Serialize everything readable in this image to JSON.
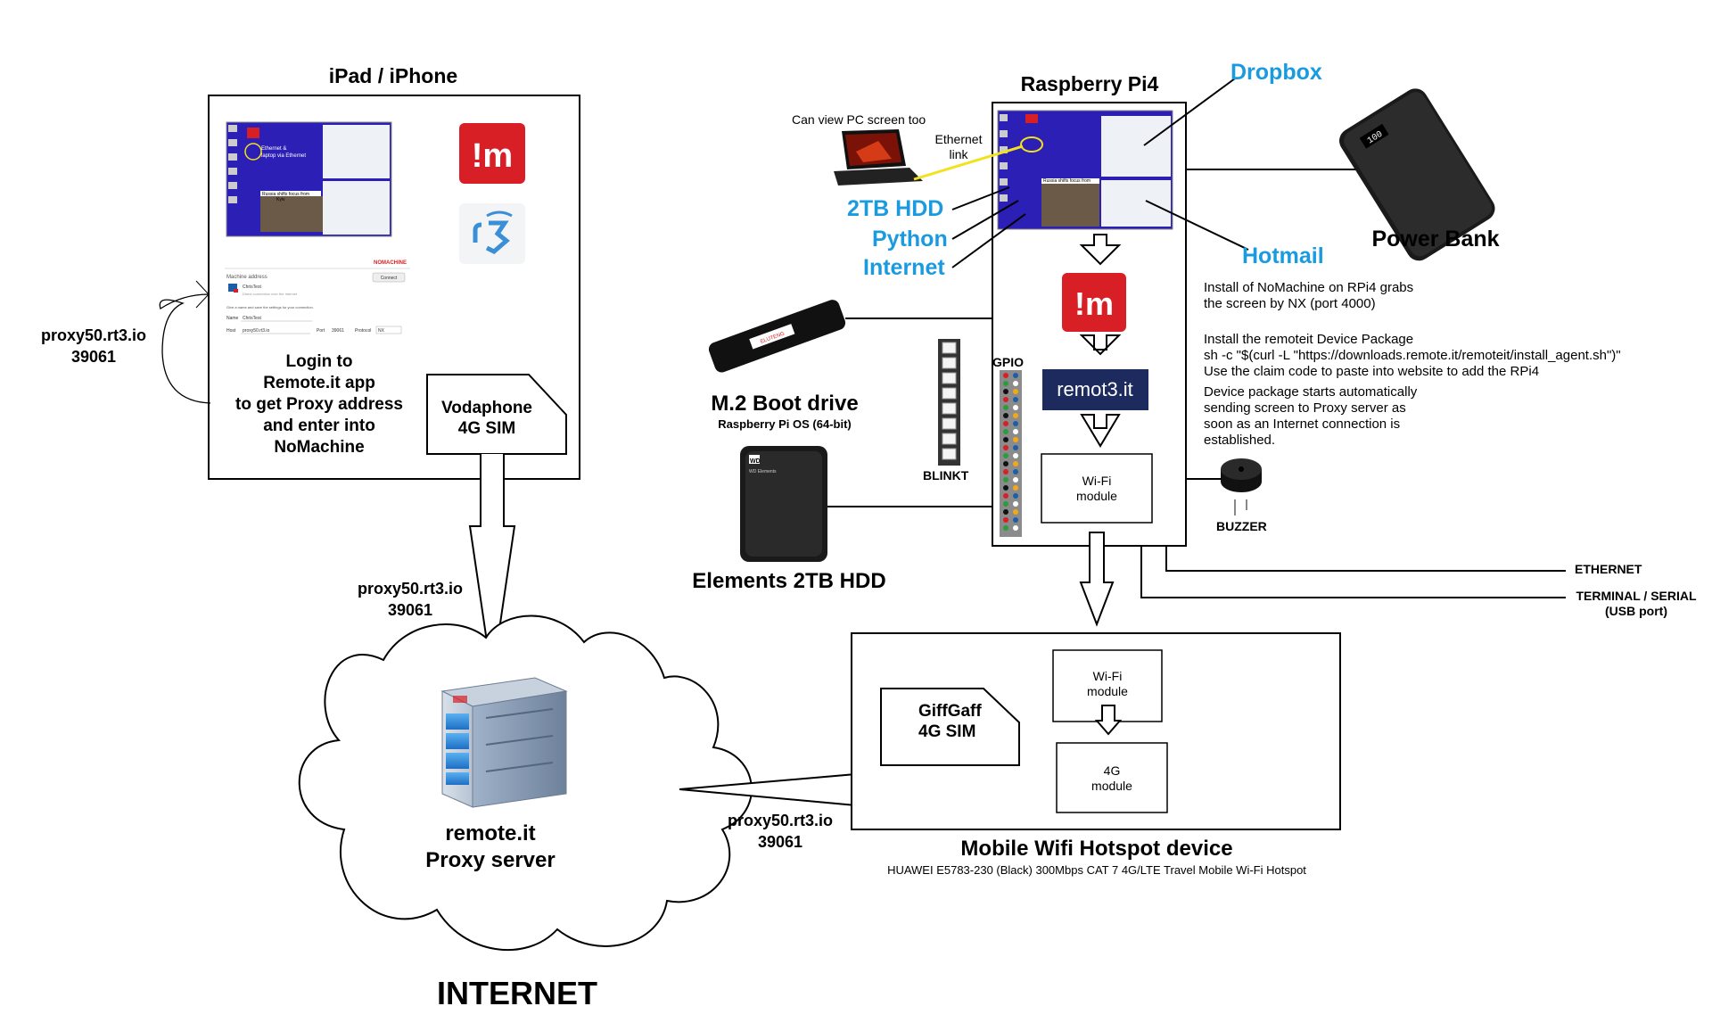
{
  "ipad": {
    "title": "iPad / iPhone",
    "login_lines": [
      "Login to",
      "Remote.it app",
      "to get Proxy address",
      "and enter into",
      "NoMachine"
    ],
    "sim_lines": [
      "Vodaphone",
      "4G SIM"
    ],
    "proxy_host": "proxy50.rt3.io",
    "proxy_port": "39061",
    "screen": {
      "brand": "NOMACHINE",
      "machine_address": "Machine address",
      "connect": "Connect",
      "entry_name": "ChrisTest",
      "entry_desc": "Direct connection over the Internet",
      "save_hint": "Give a name and save the settings for your connection.",
      "name_label": "Name",
      "name_value": "ChrisTest",
      "host_label": "Host",
      "host_value": "proxy50.rt3.io",
      "port_label": "Port",
      "port_value": "39061",
      "protocol_label": "Protocol",
      "protocol_value": "NX"
    }
  },
  "rpi": {
    "title": "Raspberry Pi4",
    "dropbox": "Dropbox",
    "hotmail": "Hotmail",
    "hdd_label": "2TB HDD",
    "python": "Python",
    "internet_label": "Internet",
    "laptop_note": "Can view PC screen too",
    "ethernet_link": [
      "Ethernet",
      "link"
    ],
    "gpio": "GPIO",
    "blinkt": "BLINKT",
    "buzzer": "BUZZER",
    "wifi_module": [
      "Wi-Fi",
      "module"
    ],
    "remoteit_logo": "remot3.it",
    "power_bank": "Power Bank",
    "power_bank_display": "100",
    "m2_title": "M.2 Boot drive",
    "m2_sub": "Raspberry Pi OS (64-bit)",
    "m2_brand": "ELUTENG",
    "hdd_title": "Elements 2TB HDD",
    "hdd_brand": "WD Elements",
    "ethernet_port": "ETHERNET",
    "terminal_port": [
      "TERMINAL / SERIAL",
      "(USB port)"
    ],
    "notes": [
      [
        "Install of NoMachine on RPi4 grabs",
        "the screen by NX (port 4000)"
      ],
      [
        "Install the remoteit Device Package",
        "sh -c \"$(curl -L \"https://downloads.remote.it/remoteit/install_agent.sh\")\"",
        "Use the claim code to paste into website to add the RPi4"
      ],
      [
        "Device package starts automatically",
        "sending screen to Proxy server as",
        "soon as an Internet connection is",
        "established."
      ]
    ]
  },
  "proxy": {
    "label_lines": [
      "remote.it",
      "Proxy server"
    ],
    "upper_host": "proxy50.rt3.io",
    "upper_port": "39061",
    "lower_host": "proxy50.rt3.io",
    "lower_port": "39061",
    "internet": "INTERNET"
  },
  "hotspot": {
    "title": "Mobile Wifi Hotspot device",
    "subtitle": "HUAWEI E5783-230 (Black) 300Mbps CAT 7 4G/LTE Travel Mobile Wi-Fi Hotspot",
    "sim_lines": [
      "GiffGaff",
      "4G SIM"
    ],
    "wifi_module": [
      "Wi-Fi",
      "module"
    ],
    "lte_module": [
      "4G",
      "module"
    ]
  },
  "screenshot_text": {
    "laptop_line1": "Ethernet &",
    "laptop_line2": "laptop via Ethernet",
    "news_line": "Russia shifts focus from",
    "news_line2": "Kyiv"
  },
  "colors": {
    "accent_blue": "#1a9be0",
    "nomachine_red": "#d91f26",
    "remoteit_navy": "#1c2a5e",
    "desktop_blue": "#2c1fb5",
    "ethernet_yellow": "#f2e21b"
  }
}
